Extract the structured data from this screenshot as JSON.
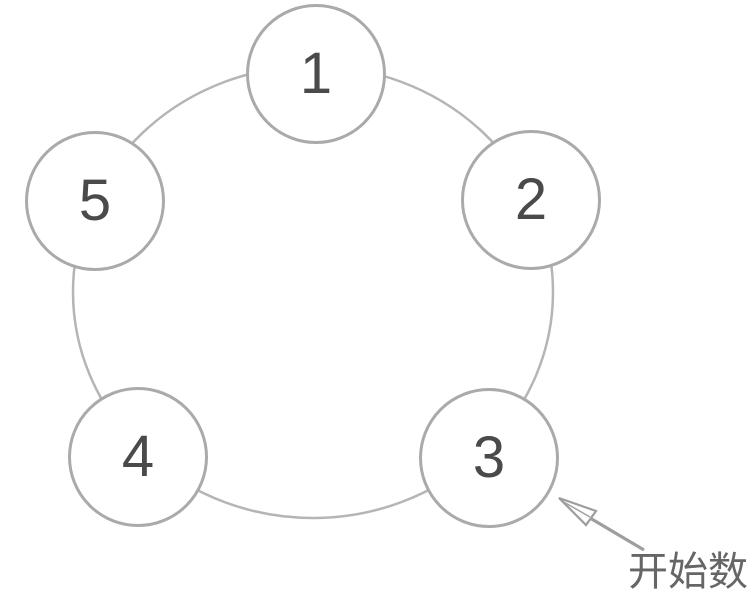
{
  "diagram": {
    "description_visible_text_only": "",
    "nodes": [
      {
        "label": "1"
      },
      {
        "label": "2"
      },
      {
        "label": "3"
      },
      {
        "label": "4"
      },
      {
        "label": "5"
      }
    ],
    "annotation": {
      "text": "开始数",
      "points_to_node": "3"
    },
    "colors": {
      "background": "#ffffff",
      "ring_stroke": "#b5b5b5",
      "node_border": "#aaaaaa",
      "node_fill": "#ffffff",
      "number_text": "#4a4a4a",
      "arrow": "#9e9e9e",
      "annotation_text": "#666666"
    }
  }
}
